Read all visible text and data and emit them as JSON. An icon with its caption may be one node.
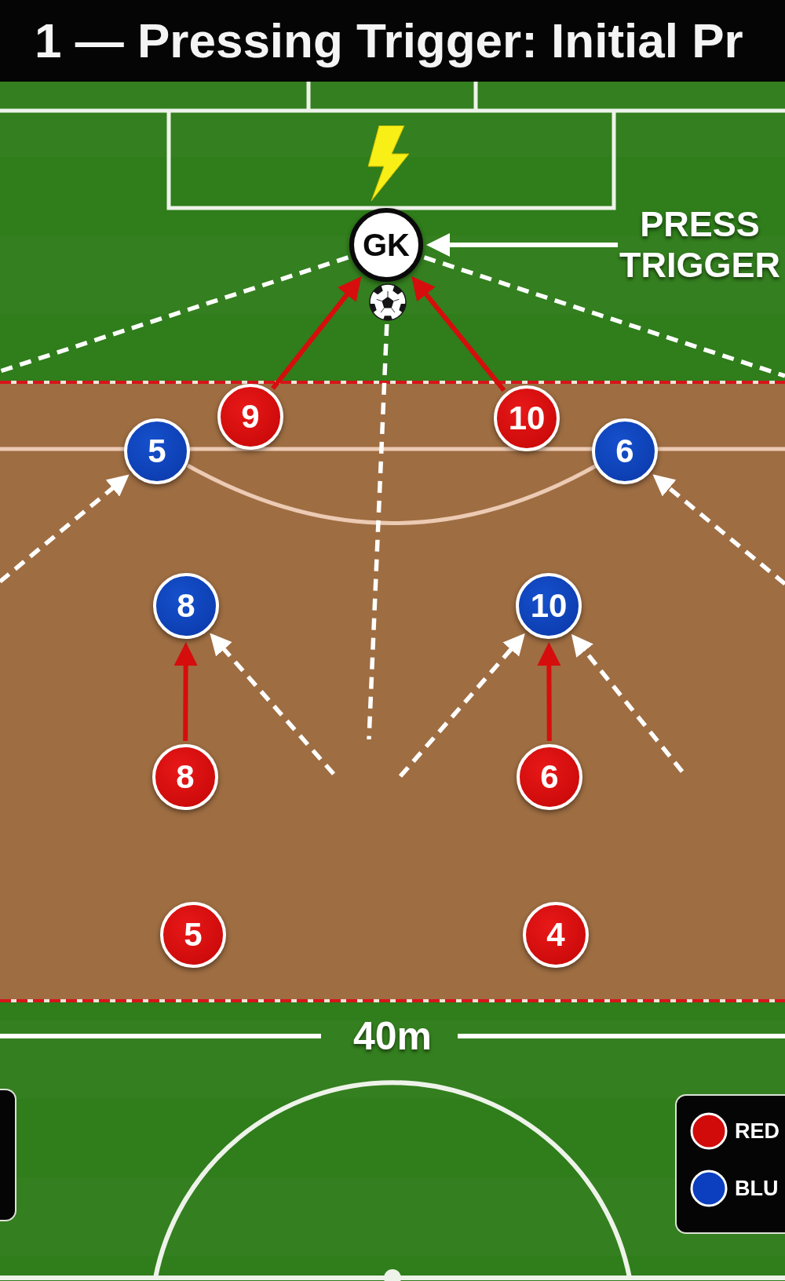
{
  "diagram": {
    "title": "1 — Pressing Trigger: Initial Pr",
    "nodes": [
      {
        "text": [
          "GK"
        ]
      },
      {
        "text": [
          "PRESS TRIGGER"
        ]
      },
      {
        "text": [],
        "shape": "picture"
      },
      {
        "text": [
          "9"
        ]
      },
      {
        "text": [
          "10"
        ]
      },
      {
        "text": [
          "5"
        ]
      },
      {
        "text": [
          "6"
        ]
      },
      {
        "text": [
          "8"
        ]
      },
      {
        "text": [
          "10"
        ]
      },
      {
        "text": [
          "8"
        ]
      },
      {
        "text": [
          "6"
        ]
      },
      {
        "text": [
          "5"
        ]
      },
      {
        "text": [
          "4"
        ]
      }
    ],
    "edges": [
      {
        "from": 1,
        "to": 0,
        "arrow": "to"
      },
      {
        "from": 0,
        "to": null,
        "arrow": "none",
        "style": "dashed"
      },
      {
        "from": 0,
        "to": null,
        "arrow": "none",
        "style": "dashed"
      },
      {
        "from": 2,
        "to": null,
        "arrow": "none",
        "style": "dashed"
      },
      {
        "from": 3,
        "to": 0,
        "arrow": "to",
        "color": "#d60d0d"
      },
      {
        "from": 4,
        "to": 0,
        "arrow": "to",
        "color": "#d60d0d"
      },
      {
        "from": null,
        "to": 5,
        "arrow": "to",
        "style": "dashed"
      },
      {
        "from": null,
        "to": 6,
        "arrow": "to",
        "style": "dashed"
      },
      {
        "from": null,
        "to": 7,
        "arrow": "to",
        "style": "dashed"
      },
      {
        "from": null,
        "to": 8,
        "arrow": "to",
        "style": "dashed"
      },
      {
        "from": null,
        "to": 8,
        "arrow": "to",
        "style": "dashed"
      },
      {
        "from": 9,
        "to": 7,
        "arrow": "to",
        "color": "#d60d0d"
      },
      {
        "from": 10,
        "to": 8,
        "arrow": "to",
        "color": "#d60d0d"
      }
    ],
    "labels": [
      "40m"
    ],
    "legend": [
      {
        "text": "RED",
        "color": "#d10a0a"
      },
      {
        "text": "BLU",
        "color": "#0b3fbf"
      }
    ]
  }
}
